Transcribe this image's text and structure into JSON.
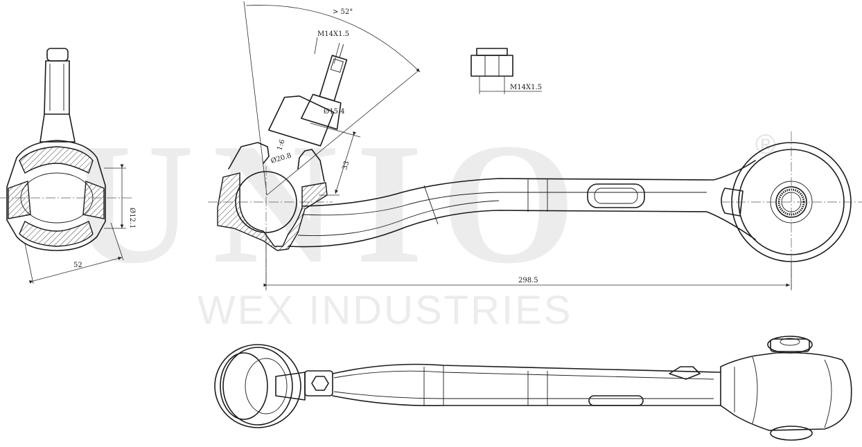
{
  "watermark": {
    "brand": "UNIO",
    "registered": "®",
    "company": "WEX INDUSTRIES"
  },
  "dimensions": {
    "angle": "> 52°",
    "thread_stud": "M14X1.5",
    "thread_nut": "M14X1.5",
    "dia_top": "Ø15.4",
    "taper": "1:6",
    "dia_mid": "Ø20.8",
    "height": "33",
    "dia_bushing": "Ø12.1",
    "bushing_width": "52",
    "total_length": "298.5"
  }
}
